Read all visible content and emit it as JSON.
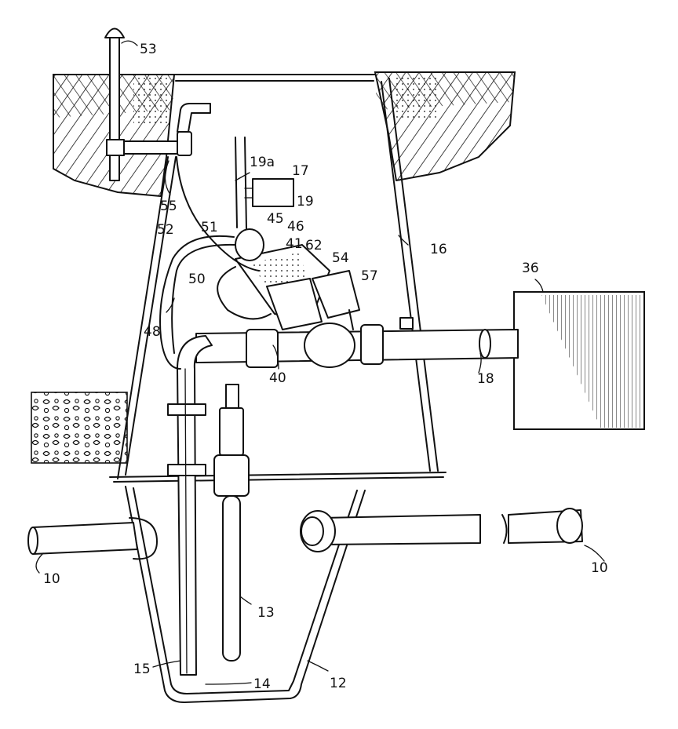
{
  "labels": {
    "l53": "53",
    "l19a": "19a",
    "l17": "17",
    "l19": "19",
    "l55": "55",
    "l51": "51",
    "l45": "45",
    "l46": "46",
    "l41": "41",
    "l62": "62",
    "l54": "54",
    "l57": "57",
    "l52": "52",
    "l50": "50",
    "l16": "16",
    "l36": "36",
    "l48": "48",
    "l40": "40",
    "l18": "18",
    "l10a": "10",
    "l10b": "10",
    "l13": "13",
    "l15": "15",
    "l14": "14",
    "l12": "12"
  }
}
